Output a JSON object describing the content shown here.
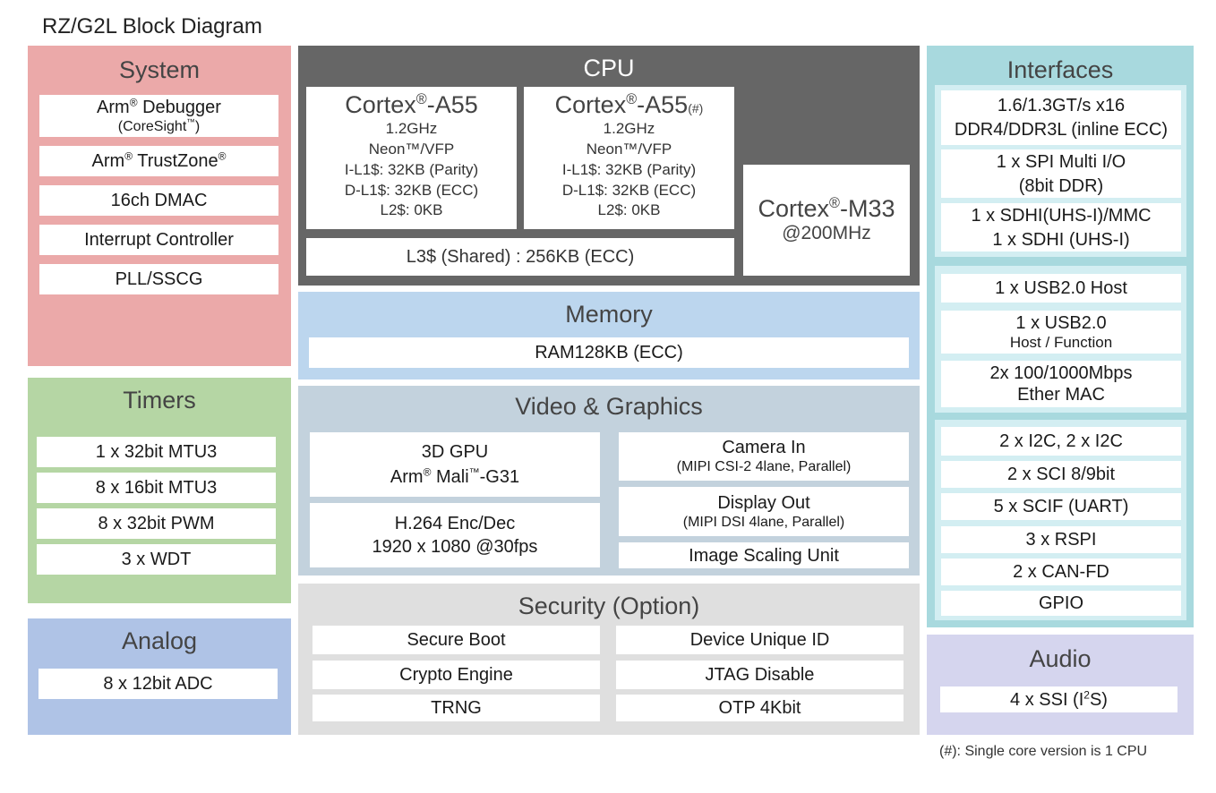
{
  "title": "RZ/G2L Block Diagram",
  "footnote": "(#): Single core version is 1 CPU",
  "colors": {
    "system": "#eba9a9",
    "timers": "#b5d6a4",
    "analog": "#afc3e6",
    "cpu": "#666666",
    "memory": "#bcd6ee",
    "video": "#c3d2dd",
    "security": "#dfdfdf",
    "interfaces": "#a8d9de",
    "audio": "#d5d5ee"
  },
  "system": {
    "title": "System",
    "debugger_a": "Arm",
    "debugger_sup": "®",
    "debugger_b": " Debugger",
    "coresight_a": "(CoreSight",
    "coresight_sup": "™",
    "coresight_b": ")",
    "trustzone_a": "Arm",
    "trustzone_sup1": "®",
    "trustzone_b": " TrustZone",
    "trustzone_sup2": "®",
    "items": [
      "16ch DMAC",
      "Interrupt Controller",
      "PLL/SSCG"
    ]
  },
  "timers": {
    "title": "Timers",
    "items": [
      "1 x 32bit MTU3",
      "8 x 16bit MTU3",
      "8 x 32bit PWM",
      "3 x WDT"
    ]
  },
  "analog": {
    "title": "Analog",
    "items": [
      "8 x 12bit ADC"
    ]
  },
  "cpu": {
    "title": "CPU",
    "a55_1": {
      "name_a": "Cortex",
      "name_sup": "®",
      "name_b": "-A55",
      "lines": [
        "1.2GHz",
        "Neon™/VFP",
        "I-L1$: 32KB (Parity)",
        "D-L1$: 32KB (ECC)",
        "L2$: 0KB"
      ]
    },
    "a55_2": {
      "name_a": "Cortex",
      "name_sup": "®",
      "name_b": "-A55",
      "mark": "(#)",
      "lines": [
        "1.2GHz",
        "Neon™/VFP",
        "I-L1$: 32KB (Parity)",
        "D-L1$: 32KB (ECC)",
        "L2$: 0KB"
      ]
    },
    "l3": "L3$ (Shared) : 256KB (ECC)",
    "m33": {
      "name_a": "Cortex",
      "name_sup": "®",
      "name_b": "-M33",
      "freq": "@200MHz"
    }
  },
  "memory": {
    "title": "Memory",
    "ram": "RAM128KB (ECC)"
  },
  "video": {
    "title": "Video & Graphics",
    "gpu_line1": "3D GPU",
    "gpu_a": "Arm",
    "gpu_sup1": "®",
    "gpu_b": " Mali",
    "gpu_sup2": "™",
    "gpu_c": "-G31",
    "h264_line1": "H.264 Enc/Dec",
    "h264_line2": "1920 x 1080 @30fps",
    "camera_line1": "Camera In",
    "camera_line2": "(MIPI CSI-2 4lane, Parallel)",
    "display_line1": "Display Out",
    "display_line2": "(MIPI DSI 4lane, Parallel)",
    "scaling": "Image Scaling Unit"
  },
  "security": {
    "title": "Security (Option)",
    "left": [
      "Secure Boot",
      "Crypto Engine",
      "TRNG"
    ],
    "right": [
      "Device Unique ID",
      "JTAG Disable",
      "OTP 4Kbit"
    ]
  },
  "interfaces": {
    "title": "Interfaces",
    "ddr_line1": "1.6/1.3GT/s x16",
    "ddr_line2": "DDR4/DDR3L (inline ECC)",
    "spi_line1": "1 x SPI Multi I/O",
    "spi_line2": "(8bit DDR)",
    "sdhi_line1": "1 x SDHI(UHS-I)/MMC",
    "sdhi_line2": "1 x SDHI (UHS-I)",
    "usb_host": "1 x USB2.0 Host",
    "usb_fn_line1": "1 x USB2.0",
    "usb_fn_line2": "Host / Function",
    "ether_line1": "2x 100/1000Mbps",
    "ether_line2": "Ether MAC",
    "serial": [
      "2 x I2C, 2 x I2C",
      "2 x SCI 8/9bit",
      "5 x SCIF (UART)",
      "3 x RSPI",
      "2 x CAN-FD",
      "GPIO"
    ]
  },
  "audio": {
    "title": "Audio",
    "ssi_a": "4 x SSI (I",
    "ssi_sup": "2",
    "ssi_b": "S)"
  }
}
